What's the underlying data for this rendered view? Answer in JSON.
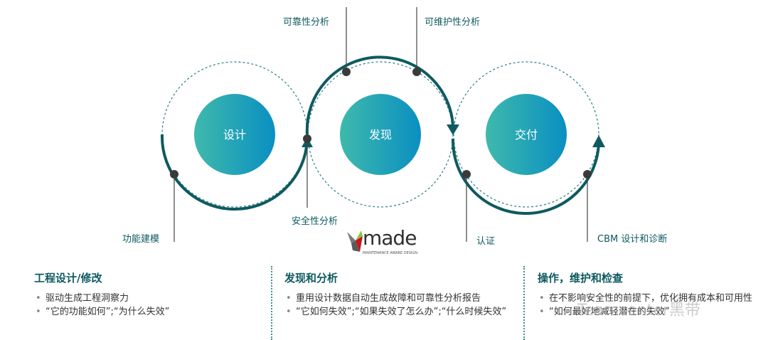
{
  "circles": {
    "design": "设计",
    "discover": "发现",
    "deliver": "交付"
  },
  "labels": {
    "reliability": "可靠性分析",
    "maintainability": "可维护性分析",
    "functional_modeling": "功能建模",
    "safety": "安全性分析",
    "certification": "认证",
    "cbm": "CBM 设计和诊断"
  },
  "logo": {
    "word": "made",
    "subtitle": "MAINTENANCE AWARE DESIGN"
  },
  "columns": [
    {
      "title": "工程设计/修改",
      "bullets": [
        "驱动生成工程洞察力",
        "“它的功能如何”;“为什么失效”"
      ]
    },
    {
      "title": "发现和分析",
      "bullets": [
        "重用设计数据自动生成故障和可靠性分析报告",
        "“它如何失效”;“如果失效了怎么办”;“什么时候失效”"
      ]
    },
    {
      "title": "操作，维护和检查",
      "bullets": [
        "在不影响安全性的前提下，优化拥有成本和可用性",
        "“如何最好地减轻潜在的失效”"
      ]
    }
  ],
  "watermark": "Teamcenter黑带",
  "colors": {
    "ring": "#0e5a60",
    "dots": "#3a3a3a",
    "grad_start": "#3fb9ac",
    "grad_end": "#0a8fc2",
    "text": "#0e5a60"
  }
}
